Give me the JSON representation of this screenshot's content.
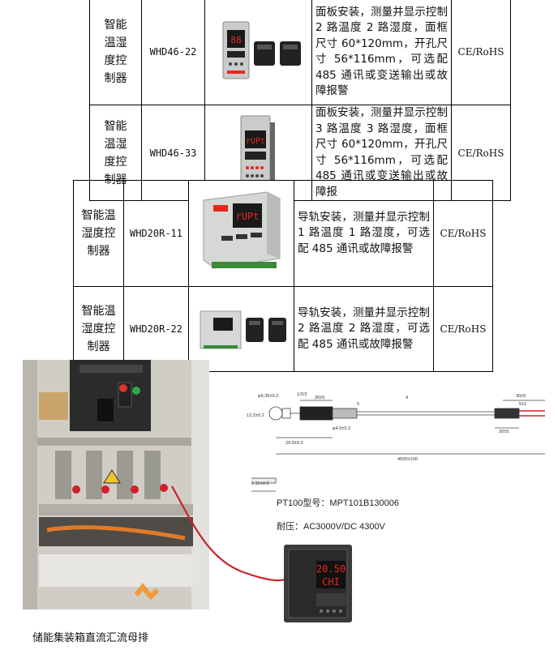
{
  "rows_top": [
    {
      "name": "智能温湿度控制器",
      "model": "WHD46-22",
      "desc": "面板安装，测量并显示控制 2 路温度 2 路湿度，面框尺寸 60*120mm，开孔尺寸 56*116mm，可选配 485 通讯或变送输出或故障报警",
      "cert": "CE/RoHS",
      "display": "88"
    },
    {
      "name": "智能温湿度控制器",
      "model": "WHD46-33",
      "desc": "面板安装，测量并显示控制 3 路温度 3 路湿度，面框尺寸 60*120mm，开孔尺寸 56*116mm，可选配 485 通讯或变送输出或故障报",
      "cert": "CE/RoHS",
      "display": "rUPt"
    }
  ],
  "rows_bottom": [
    {
      "name": "智能温湿度控制器",
      "model": "WHD20R-11",
      "desc": "导轨安装，测量并显示控制 1 路温度 1 路湿度，可选配 485 通讯或故障报警",
      "cert": "CE/RoHS",
      "display": "rUPt"
    },
    {
      "name": "智能温湿度控制器",
      "model": "WHD20R-22",
      "desc": "导轨安装，测量并显示控制 2 路温度 2 路湿度，可选配 485 通讯或故障报警",
      "cert": "CE/RoHS",
      "display": ""
    }
  ],
  "drawing": {
    "dim_phi": "φ6.35±0.2",
    "dim_12": "12.2±0.2",
    "dim_frac": "1/2/3",
    "dim_30": "30±5",
    "dim_4": "4",
    "dim_5": "5",
    "dim_phi45": "φ4.5±0.2",
    "dim_30b": "30±5",
    "dim_5b": "5±1",
    "dim_30c": "30±5",
    "dim_299": "29.9±0.2",
    "dim_4500": "4500±100",
    "dim_115": "1.15±0.2",
    "model_line": "PT100型号：MPT101B130006",
    "voltage_line": "耐压：AC3000V/DC 4300V"
  },
  "panel_meter": {
    "top": "20.50",
    "bottom": "CHI"
  },
  "caption": "储能集装箱直流汇流母排",
  "colors": {
    "led": "#e8261f",
    "device_grey": "#c9ccc9",
    "border": "#000000"
  }
}
